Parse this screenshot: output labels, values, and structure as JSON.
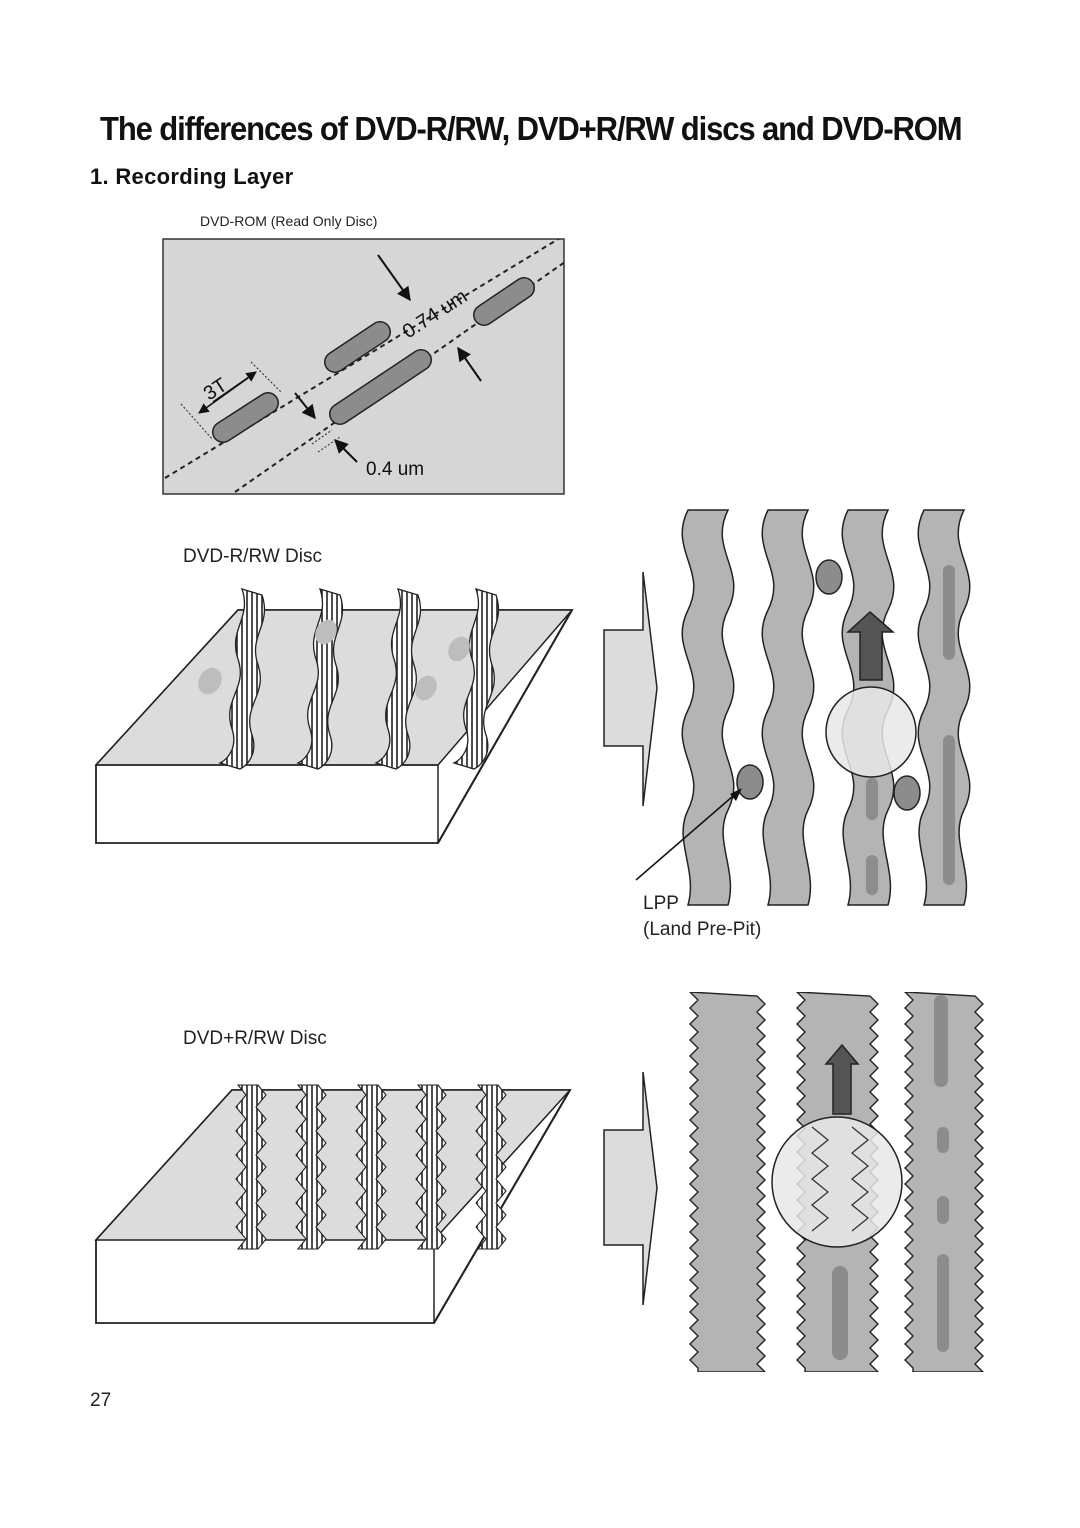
{
  "page": {
    "title": "The differences of DVD-R/RW, DVD+R/RW discs and DVD-ROM",
    "section": "1. Recording Layer",
    "page_number": "27"
  },
  "rom": {
    "caption": "DVD-ROM (Read Only Disc)",
    "pitch_label": "0.74 um",
    "length_label": "3T",
    "width_label": "0.4 um"
  },
  "dvd_r": {
    "caption": "DVD-R/RW Disc",
    "lpp_label": "LPP",
    "lpp_desc": "(Land Pre-Pit)"
  },
  "dvd_plus": {
    "caption": "DVD+R/RW Disc"
  },
  "colors": {
    "groove": "#b4b4b4",
    "mark": "#8c8c8c",
    "arrow": "#555555",
    "panel": "#d6d6d6"
  }
}
